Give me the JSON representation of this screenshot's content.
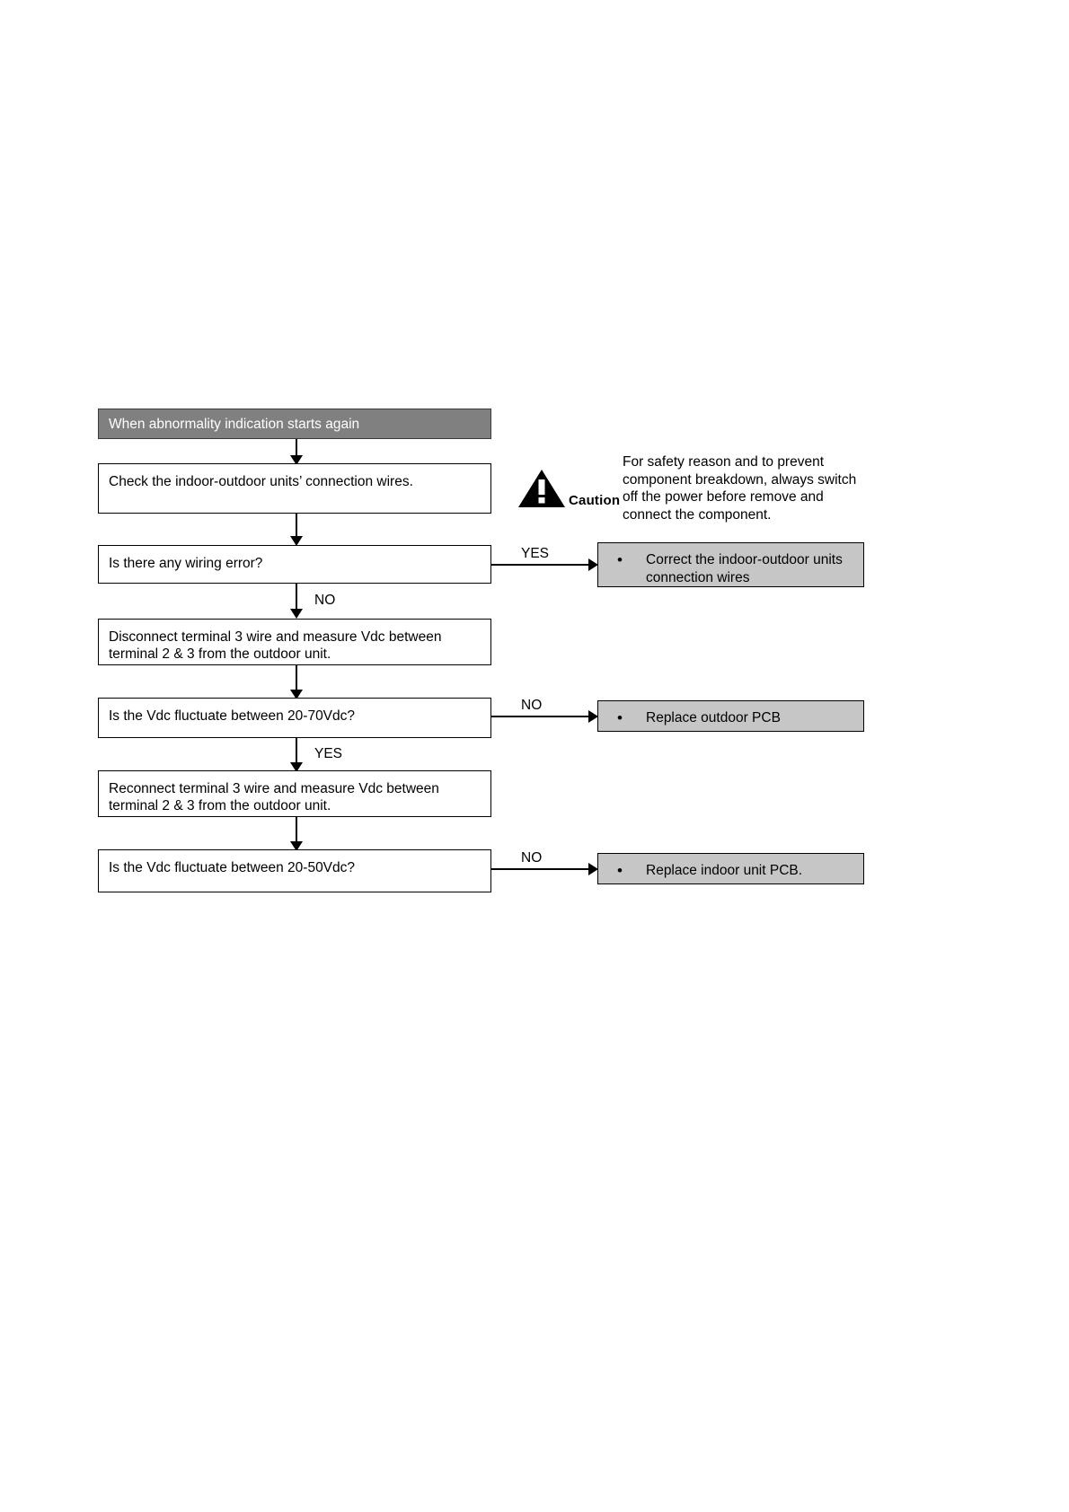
{
  "document": {
    "type": "troubleshooting-flowchart",
    "title_bar": "When abnormality indication starts again"
  },
  "caution": {
    "icon_name": "warning-triangle-icon",
    "label": "Caution",
    "text": "For safety reason and to prevent component breakdown, always switch off the power before remove and connect the component."
  },
  "flow": {
    "nodes": [
      {
        "id": "start",
        "kind": "header",
        "text": "When abnormality indication starts again"
      },
      {
        "id": "check-wires",
        "kind": "process",
        "text": "Check the indoor-outdoor units’ connection wires."
      },
      {
        "id": "wiring-error",
        "kind": "decision",
        "text": "Is there any wiring error?"
      },
      {
        "id": "disconnect-t3",
        "kind": "process",
        "text": "Disconnect terminal 3 wire and measure Vdc between terminal 2 & 3 from the outdoor unit."
      },
      {
        "id": "vdc-20-70",
        "kind": "decision",
        "text": "Is the Vdc fluctuate between 20-70Vdc?"
      },
      {
        "id": "reconnect-t3",
        "kind": "process",
        "text": "Reconnect terminal 3 wire and measure Vdc between terminal 2 & 3 from the outdoor unit."
      },
      {
        "id": "vdc-20-50",
        "kind": "decision",
        "text": "Is the Vdc fluctuate between 20-50Vdc?"
      }
    ],
    "actions": [
      {
        "id": "correct-wires",
        "bullet": "•",
        "text": "Correct the indoor-outdoor units connection wires"
      },
      {
        "id": "replace-outdoor-pcb",
        "bullet": "•",
        "text": "Replace outdoor PCB"
      },
      {
        "id": "replace-indoor-pcb",
        "bullet": "•",
        "text": "Replace indoor unit PCB."
      }
    ],
    "edge_labels": {
      "wiring_yes": "YES",
      "wiring_no": "NO",
      "vdc70_no": "NO",
      "vdc70_yes": "YES",
      "vdc50_no": "NO"
    }
  },
  "colors": {
    "header_fill": "#808080",
    "action_fill": "#c6c6c6",
    "stroke": "#000000",
    "page": "#ffffff"
  }
}
